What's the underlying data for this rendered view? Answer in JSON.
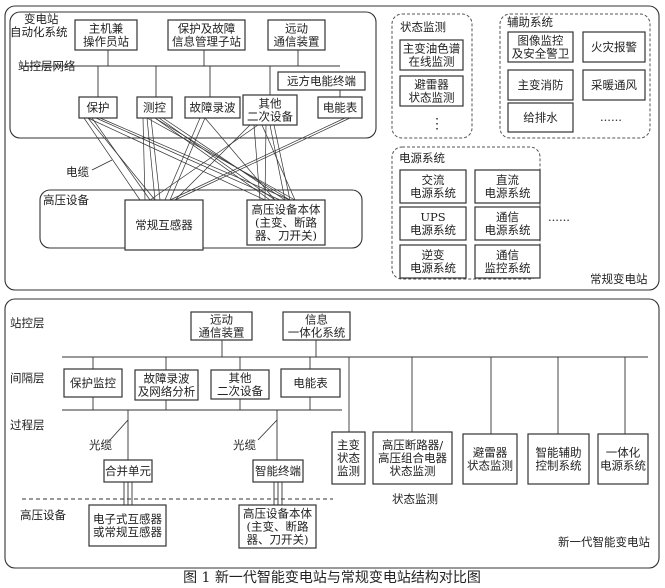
{
  "conventional": {
    "title": "常规变电站",
    "automation_label": [
      "变电站",
      "自动化系统"
    ],
    "network_label": "站控层网络",
    "cable_label": "电缆",
    "hv_label": "高压设备",
    "boxes": [
      {
        "id": "host",
        "lines": [
          "主机兼",
          "操作员站"
        ]
      },
      {
        "id": "protinfo",
        "lines": [
          "保护及故障",
          "信息管理子站"
        ]
      },
      {
        "id": "telecomm",
        "lines": [
          "远动",
          "通信装置"
        ]
      },
      {
        "id": "remote_meter",
        "lines": [
          "远方电能终端"
        ]
      },
      {
        "id": "prot",
        "lines": [
          "保护"
        ]
      },
      {
        "id": "meas",
        "lines": [
          "测控"
        ]
      },
      {
        "id": "fault",
        "lines": [
          "故障录波"
        ]
      },
      {
        "id": "other",
        "lines": [
          "其他",
          "二次设备"
        ]
      },
      {
        "id": "meter",
        "lines": [
          "电能表"
        ]
      },
      {
        "id": "ct",
        "lines": [
          "常规互感器"
        ]
      },
      {
        "id": "hvbody",
        "lines": [
          "高压设备本体",
          "(主变、断路",
          "器、刀开关)"
        ]
      }
    ],
    "status_monitoring": {
      "label": "状态监测",
      "boxes": [
        {
          "id": "oil",
          "lines": [
            "主变油色谱",
            "在线监测"
          ]
        },
        {
          "id": "arrester",
          "lines": [
            "避雷器",
            "状态监测"
          ]
        }
      ],
      "more": "⋮"
    },
    "auxiliary": {
      "label": "辅助系统",
      "boxes": [
        {
          "id": "video",
          "lines": [
            "图像监控",
            "及安全警卫"
          ]
        },
        {
          "id": "fire",
          "lines": [
            "火灾报警"
          ]
        },
        {
          "id": "firefight",
          "lines": [
            "主变消防"
          ]
        },
        {
          "id": "hvac",
          "lines": [
            "采暖通风"
          ]
        },
        {
          "id": "water",
          "lines": [
            "给排水"
          ]
        }
      ],
      "more": "......"
    },
    "power": {
      "label": "电源系统",
      "boxes": [
        {
          "id": "ac",
          "lines": [
            "交流",
            "电源系统"
          ]
        },
        {
          "id": "dc",
          "lines": [
            "直流",
            "电源系统"
          ]
        },
        {
          "id": "ups",
          "lines": [
            "UPS",
            "电源系统"
          ]
        },
        {
          "id": "commpow",
          "lines": [
            "通信",
            "电源系统"
          ]
        },
        {
          "id": "inv",
          "lines": [
            "逆变",
            "电源系统"
          ]
        },
        {
          "id": "commmon",
          "lines": [
            "通信",
            "监控系统"
          ]
        }
      ],
      "more": "......"
    }
  },
  "smart": {
    "title": "新一代智能变电站",
    "layers": [
      "站控层",
      "间隔层",
      "过程层",
      "高压设备"
    ],
    "fiber_label": "光缆",
    "status_label": "状态监测",
    "boxes": [
      {
        "id": "s_tele",
        "lines": [
          "远动",
          "通信装置"
        ]
      },
      {
        "id": "s_info",
        "lines": [
          "信息",
          "一体化系统"
        ]
      },
      {
        "id": "s_prot",
        "lines": [
          "保护监控"
        ]
      },
      {
        "id": "s_fault",
        "lines": [
          "故障录波",
          "及网络分析"
        ]
      },
      {
        "id": "s_other",
        "lines": [
          "其他",
          "二次设备"
        ]
      },
      {
        "id": "s_meter",
        "lines": [
          "电能表"
        ]
      },
      {
        "id": "s_mu",
        "lines": [
          "合并单元"
        ]
      },
      {
        "id": "s_it",
        "lines": [
          "智能终端"
        ]
      },
      {
        "id": "s_ect",
        "lines": [
          "电子式互感器",
          "或常规互感器"
        ]
      },
      {
        "id": "s_hv",
        "lines": [
          "高压设备本体",
          "(主变、断路",
          "器、刀开关)"
        ]
      },
      {
        "id": "s_tr",
        "lines": [
          "主变",
          "状态",
          "监测"
        ]
      },
      {
        "id": "s_cb",
        "lines": [
          "高压断路器/",
          "高压组合电器",
          "状态监测"
        ]
      },
      {
        "id": "s_arr",
        "lines": [
          "避雷器",
          "状态监测"
        ]
      },
      {
        "id": "s_aux",
        "lines": [
          "智能辅助",
          "控制系统"
        ]
      },
      {
        "id": "s_pow",
        "lines": [
          "一体化",
          "电源系统"
        ]
      }
    ]
  },
  "caption": "图 1  新一代智能变电站与常规变电站结构对比图"
}
